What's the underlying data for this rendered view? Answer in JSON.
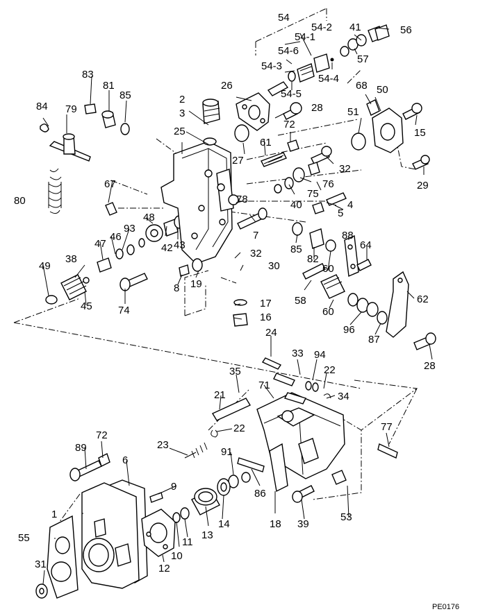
{
  "figure_code": "PE0176",
  "labels": {
    "n1": "1",
    "n2": "2",
    "n3": "3",
    "n4": "4",
    "n5": "5",
    "n6": "6",
    "n7": "7",
    "n8": "8",
    "n9": "9",
    "n10": "10",
    "n11": "11",
    "n12": "12",
    "n13": "13",
    "n14": "14",
    "n15": "15",
    "n16": "16",
    "n17": "17",
    "n18": "18",
    "n19": "19",
    "n21": "21",
    "n22a": "22",
    "n22b": "22",
    "n23": "23",
    "n24": "24",
    "n25": "25",
    "n26": "26",
    "n27": "27",
    "n28a": "28",
    "n28b": "28",
    "n29": "29",
    "n30": "30",
    "n31": "31",
    "n32a": "32",
    "n32b": "32",
    "n33": "33",
    "n34": "34",
    "n35": "35",
    "n38": "38",
    "n39": "39",
    "n40": "40",
    "n41": "41",
    "n42": "42",
    "n43": "43",
    "n45": "45",
    "n46": "46",
    "n47": "47",
    "n48": "48",
    "n49": "49",
    "n50": "50",
    "n51": "51",
    "n53": "53",
    "n54": "54",
    "n54_1": "54-1",
    "n54_2": "54-2",
    "n54_3": "54-3",
    "n54_4": "54-4",
    "n54_5": "54-5",
    "n54_6": "54-6",
    "n55": "55",
    "n56": "56",
    "n57": "57",
    "n58": "58",
    "n60a": "60",
    "n60b": "60",
    "n61": "61",
    "n62": "62",
    "n64": "64",
    "n67": "67",
    "n68": "68",
    "n71": "71",
    "n72a": "72",
    "n72b": "72",
    "n74": "74",
    "n75": "75",
    "n76": "76",
    "n77": "77",
    "n78": "78",
    "n79": "79",
    "n80": "80",
    "n81": "81",
    "n82": "82",
    "n83": "83",
    "n84": "84",
    "n85a": "85",
    "n85b": "85",
    "n86": "86",
    "n87": "87",
    "n88": "88",
    "n89": "89",
    "n91": "91",
    "n93": "93",
    "n94": "94",
    "n96": "96"
  }
}
